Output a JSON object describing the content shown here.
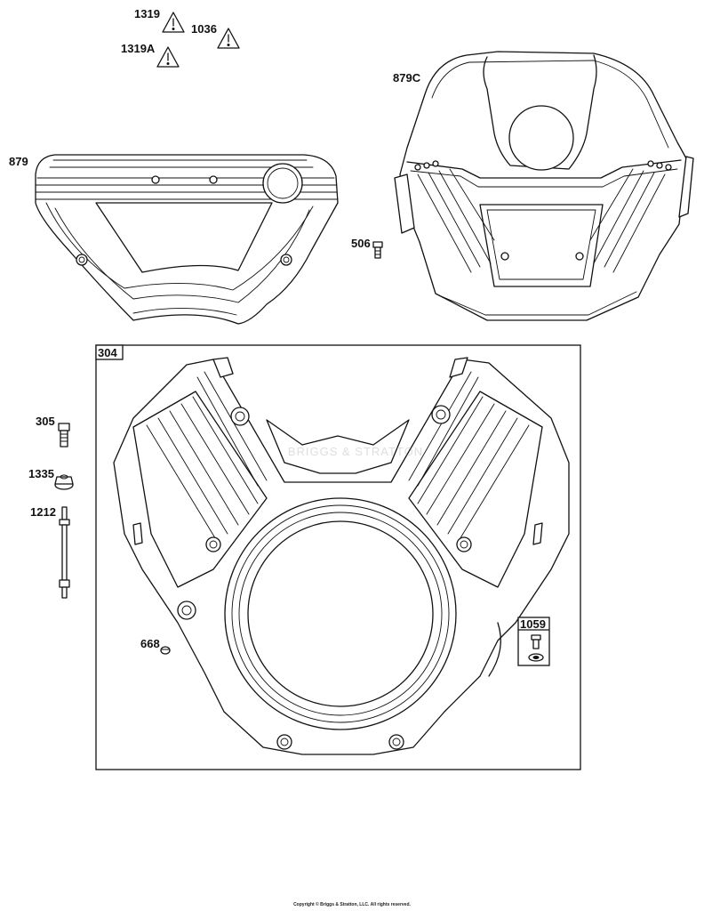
{
  "labels": {
    "p1319": "1319",
    "p1036": "1036",
    "p1319a": "1319A",
    "p879": "879",
    "p879c": "879C",
    "p506": "506",
    "p304": "304",
    "p305": "305",
    "p1335": "1335",
    "p1212": "1212",
    "p668": "668",
    "p1059": "1059"
  },
  "watermark": "BRIGGS & STRATTON",
  "copyright": "Copyright © Briggs & Stratton, LLC. All rights reserved.",
  "icons": [
    "warning-triangle-icon",
    "bolt-icon",
    "nut-icon",
    "stud-icon",
    "plug-icon",
    "screw-washer-icon"
  ],
  "colors": {
    "line": "#111111",
    "background": "#ffffff"
  }
}
